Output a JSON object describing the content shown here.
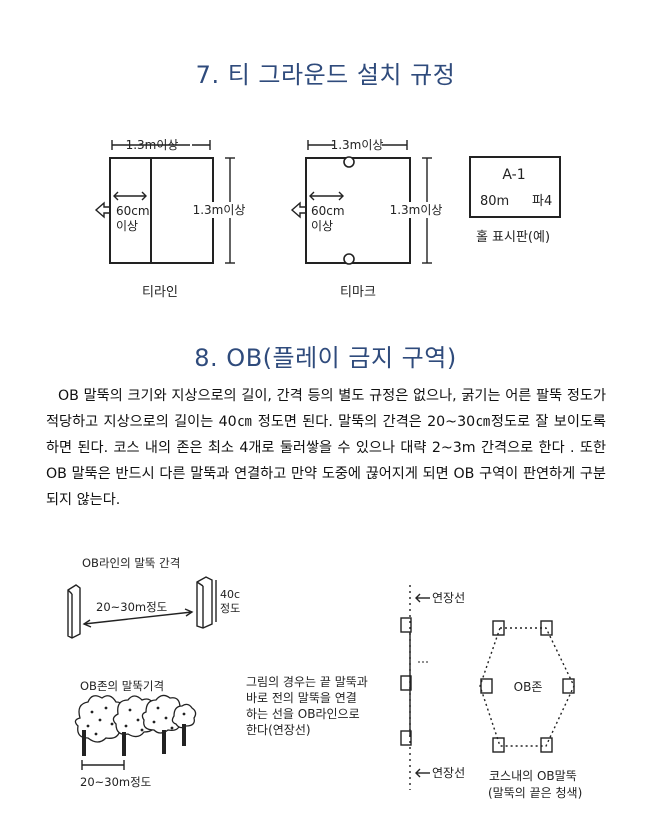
{
  "section7": {
    "title": "7. 티 그라운드 설치 규정",
    "tee_line": {
      "top_dim": "1.3m이상",
      "side_dim": "1.3m이상",
      "inner_dim_1": "60cm",
      "inner_dim_2": "이상",
      "caption": "티라인"
    },
    "tee_mark": {
      "top_dim": "1.3m이상",
      "side_dim": "1.3m이상",
      "inner_dim_1": "60cm",
      "inner_dim_2": "이상",
      "caption": "티마크"
    },
    "hole_sign": {
      "line1": "A-1",
      "line2_left": "80m",
      "line2_right": "파4",
      "caption": "홀 표시판(예)"
    }
  },
  "section8": {
    "title": "8. OB(플레이 금지 구역)",
    "paragraph": "OB 말뚝의 크기와 지상으로의 길이, 간격 등의 별도 규정은 없으나, 굵기는 어른 팔뚝 정도가 적당하고 지상으로의 길이는 40㎝ 정도면 된다. 말뚝의 간격은 20~30㎝정도로 잘 보이도록 하면 된다. 코스 내의 존은 최소 4개로 둘러쌓을 수 있으나 대략 2~3m 간격으로 한다 . 또한 OB 말뚝은 반드시 다른 말뚝과 연결하고 만약 도중에 끊어지게 되면 OB 구역이 판연하게 구분되지 않는다.",
    "ob_line_title": "OB라인의 말뚝 간격",
    "ob_line_spacing": "20~30m정도",
    "ob_line_height_1": "40c",
    "ob_line_height_2": "정도",
    "ob_zone_title": "OB존의 말뚝기격",
    "ob_zone_spacing": "20~30m정도",
    "extension_top": "연장선",
    "extension_bottom": "연장선",
    "note_line1": "그림의 경우는 끝 말뚝과",
    "note_line2": "바로 전의 말뚝을 연결",
    "note_line3": "하는 선을 OB라인으로",
    "note_line4": "한다(연장선)",
    "zone_label": "OB존",
    "course_caption_1": "코스내의 OB말뚝",
    "course_caption_2": "(말뚝의 끝은  청색)"
  }
}
